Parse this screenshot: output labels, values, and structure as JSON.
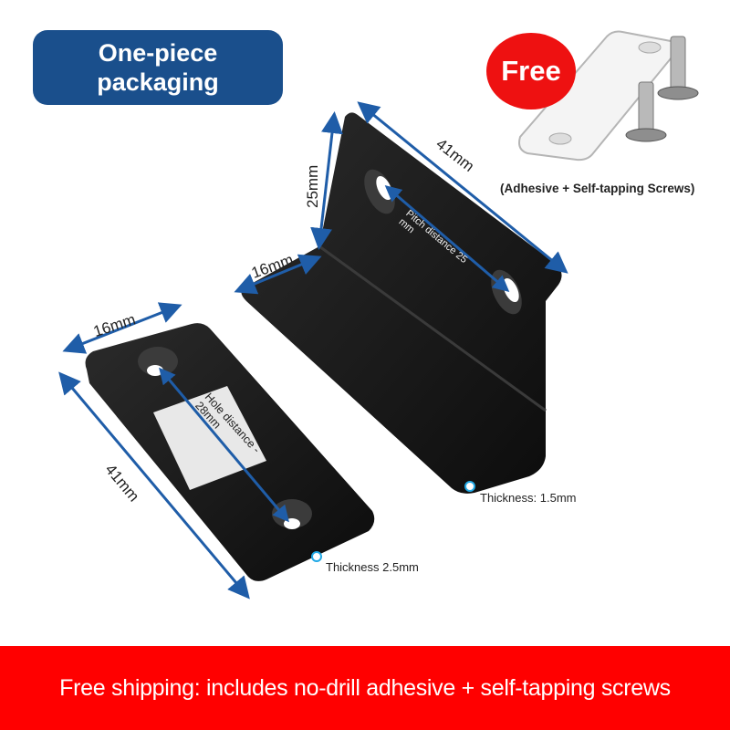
{
  "badge": {
    "line1": "One-piece",
    "line2": "packaging"
  },
  "free_badge": {
    "label": "Free"
  },
  "accessory": {
    "caption": "(Adhesive + Self-tapping Screws)"
  },
  "bracket": {
    "length_label": "41mm",
    "height_label": "25mm",
    "depth_label": "16mm",
    "pitch_label_line1": "Pitch distance 25",
    "pitch_label_line2": "mm",
    "thickness_label": "Thickness: 1.5mm"
  },
  "plate": {
    "width_label": "16mm",
    "length_label": "41mm",
    "hole_label_line1": "Hole distance -",
    "hole_label_line2": "28mm",
    "thickness_label": "Thickness 2.5mm"
  },
  "banner": {
    "text": "Free shipping: includes no-drill adhesive + self-tapping screws"
  },
  "colors": {
    "badge_blue": "#1a4f8c",
    "free_red": "#ee1111",
    "banner_red": "#ff0000",
    "dimension_blue": "#1f5da8",
    "thickness_dot": "#21a9e6"
  }
}
